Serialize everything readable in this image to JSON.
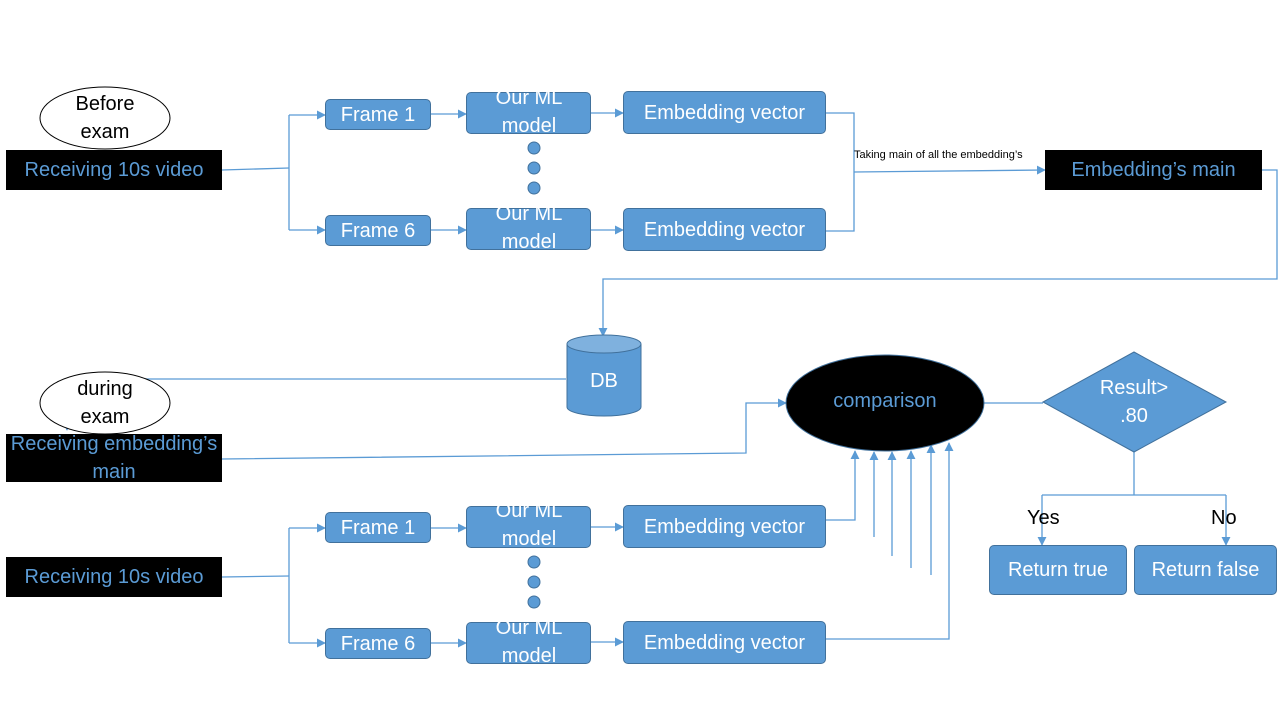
{
  "top": {
    "oval_label": "Before exam",
    "input_label": "Receiving 10s video",
    "frames": [
      "Frame 1",
      "Frame 6"
    ],
    "model_label": "Our ML model",
    "embedding_label": "Embedding vector",
    "edge_label": "Taking main of all the embedding’s",
    "main_label": "Embedding’s main"
  },
  "db": {
    "label": "DB"
  },
  "bottom": {
    "oval_label": "during exam",
    "stored_label": "Receiving embedding’s main",
    "input_label": "Receiving 10s video",
    "frames": [
      "Frame 1",
      "Frame 6"
    ],
    "model_label": "Our ML model",
    "embedding_label": "Embedding vector"
  },
  "comparison": {
    "label": "comparison"
  },
  "decision": {
    "label": "Result> .80",
    "yes_label": "Yes",
    "no_label": "No"
  },
  "results": {
    "true_label": "Return true",
    "false_label": "Return false"
  },
  "colors": {
    "accent": "#5b9bd5",
    "border": "#41719c",
    "terminal": "#000000"
  }
}
